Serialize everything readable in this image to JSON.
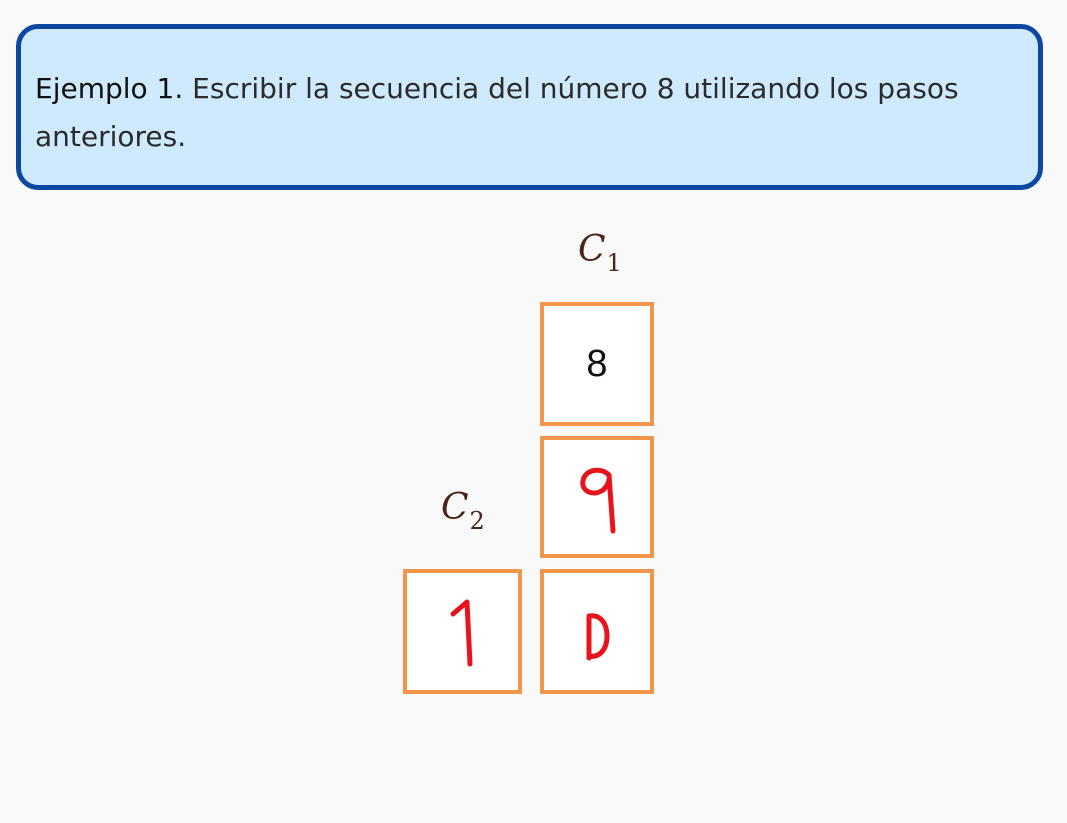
{
  "example": {
    "lead": "Ejemplo 1.",
    "text": " Escribir la secuencia del número 8 utilizando los pasos anteriores."
  },
  "labels": {
    "c1": {
      "base": "C",
      "sub": "1"
    },
    "c2": {
      "base": "C",
      "sub": "2"
    }
  },
  "cells": {
    "printed_digit": "8",
    "handwritten_digits": [
      "9",
      "1",
      "0"
    ]
  },
  "colors": {
    "callout_bg": "#cfeafd",
    "callout_border": "#0d47a1",
    "box_border": "#f0964a",
    "handwriting": "#e8141c",
    "label": "#4a2418"
  }
}
